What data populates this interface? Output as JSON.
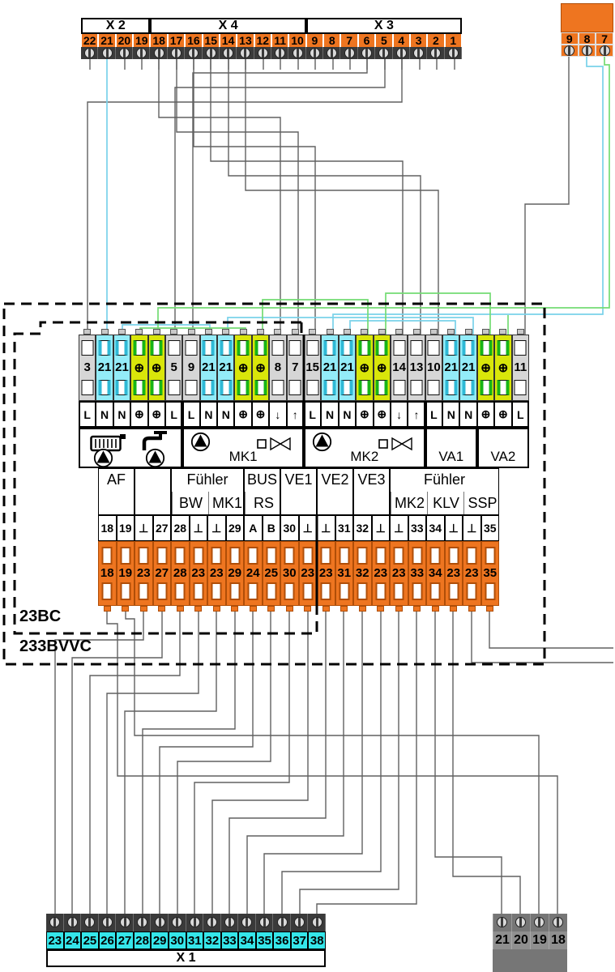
{
  "top_strip": {
    "groups": [
      {
        "label": "X 2",
        "cells": [
          "22",
          "21",
          "20",
          "19"
        ]
      },
      {
        "label": "X 4",
        "cells": [
          "18",
          "17",
          "16",
          "15",
          "14",
          "13",
          "12",
          "11",
          "10"
        ]
      },
      {
        "label": "X 3",
        "cells": [
          "9",
          "8",
          "7",
          "6",
          "5",
          "4",
          "3",
          "2",
          "1"
        ]
      }
    ]
  },
  "top_right_block": {
    "cells": [
      "9",
      "8",
      "7"
    ]
  },
  "controller": {
    "terminal_cells": [
      {
        "t": "3",
        "c": "gray"
      },
      {
        "t": "21",
        "c": "cyan"
      },
      {
        "t": "21",
        "c": "cyan"
      },
      {
        "t": "⊕",
        "c": "green"
      },
      {
        "t": "⊕",
        "c": "green"
      },
      {
        "t": "5",
        "c": "gray"
      },
      {
        "t": "9",
        "c": "gray"
      },
      {
        "t": "21",
        "c": "cyan"
      },
      {
        "t": "21",
        "c": "cyan"
      },
      {
        "t": "⊕",
        "c": "green"
      },
      {
        "t": "⊕",
        "c": "green"
      },
      {
        "t": "8",
        "c": "gray"
      },
      {
        "t": "7",
        "c": "gray"
      },
      {
        "t": "15",
        "c": "gray"
      },
      {
        "t": "21",
        "c": "cyan"
      },
      {
        "t": "21",
        "c": "cyan"
      },
      {
        "t": "⊕",
        "c": "green"
      },
      {
        "t": "⊕",
        "c": "green"
      },
      {
        "t": "14",
        "c": "gray"
      },
      {
        "t": "13",
        "c": "gray"
      },
      {
        "t": "10",
        "c": "gray"
      },
      {
        "t": "21",
        "c": "cyan"
      },
      {
        "t": "21",
        "c": "cyan"
      },
      {
        "t": "⊕",
        "c": "green"
      },
      {
        "t": "⊕",
        "c": "green"
      },
      {
        "t": "11",
        "c": "gray"
      }
    ],
    "ln_cells": [
      "L",
      "N",
      "N",
      "⊕",
      "⊕",
      "L",
      "L",
      "N",
      "N",
      "⊕",
      "⊕",
      "↓",
      "↑",
      "L",
      "N",
      "N",
      "⊕",
      "⊕",
      "↓",
      "↑",
      "L",
      "N",
      "N",
      "⊕",
      "⊕",
      "L"
    ],
    "group_spans": [
      [
        0,
        6
      ],
      [
        6,
        13
      ],
      [
        13,
        20
      ],
      [
        20,
        26
      ]
    ],
    "function_boxes": [
      {
        "span": [
          0,
          6
        ],
        "icons": [
          "radiator",
          "pump",
          "tap",
          "pump"
        ],
        "label": ""
      },
      {
        "span": [
          6,
          13
        ],
        "icons": [
          "pump",
          "valve"
        ],
        "label": "MK1"
      },
      {
        "span": [
          13,
          20
        ],
        "icons": [
          "pump",
          "valve"
        ],
        "label": "MK2"
      },
      {
        "span": [
          20,
          23
        ],
        "icons": [],
        "label": "VA1"
      },
      {
        "span": [
          23,
          26
        ],
        "icons": [],
        "label": "VA2"
      }
    ],
    "signal_boxes": [
      {
        "top": "AF",
        "cols": [
          0,
          2
        ],
        "subs": []
      },
      {
        "top": "",
        "cols": [
          2,
          4
        ],
        "subs": []
      },
      {
        "top": "Fühler",
        "cols": [
          4,
          8
        ],
        "subs": [
          {
            "label": "BW",
            "cols": [
              4,
              6
            ]
          },
          {
            "label": "MK1",
            "cols": [
              6,
              8
            ]
          }
        ]
      },
      {
        "top": "BUS",
        "cols": [
          8,
          10
        ],
        "subs": [
          {
            "label": "RS",
            "cols": [
              8,
              10
            ]
          }
        ]
      },
      {
        "top": "VE1",
        "cols": [
          10,
          12
        ],
        "subs": []
      },
      {
        "top": "VE2",
        "cols": [
          12,
          14
        ],
        "subs": []
      },
      {
        "top": "VE3",
        "cols": [
          14,
          16
        ],
        "subs": []
      },
      {
        "top": "Fühler",
        "cols": [
          16,
          22
        ],
        "subs": [
          {
            "label": "MK2",
            "cols": [
              16,
              18
            ]
          },
          {
            "label": "KLV",
            "cols": [
              18,
              20
            ]
          },
          {
            "label": "SSP",
            "cols": [
              20,
              22
            ]
          }
        ]
      }
    ],
    "pin_cells": [
      "18",
      "19",
      "⊥",
      "27",
      "28",
      "⊥",
      "⊥",
      "29",
      "A",
      "B",
      "30",
      "⊥",
      "⊥",
      "31",
      "32",
      "⊥",
      "⊥",
      "33",
      "34",
      "⊥",
      "⊥",
      "35"
    ],
    "orange_cells": [
      "18",
      "19",
      "23",
      "27",
      "28",
      "23",
      "23",
      "29",
      "24",
      "25",
      "30",
      "23",
      "23",
      "31",
      "32",
      "23",
      "23",
      "33",
      "34",
      "23",
      "23",
      "35"
    ],
    "inner_box_label": "23BC",
    "outer_box_label": "233BVVC"
  },
  "x1_strip": {
    "label": "X 1",
    "cells": [
      "23",
      "24",
      "25",
      "26",
      "27",
      "28",
      "29",
      "30",
      "31",
      "32",
      "33",
      "34",
      "35",
      "36",
      "37",
      "38"
    ]
  },
  "bottom_right_block": {
    "cells": [
      "21",
      "20",
      "19",
      "18"
    ]
  },
  "colors": {
    "orange": "#EE7520",
    "cyan_cell": "#93ECF8",
    "green_cell": "#D9E60A",
    "x1_cyan": "#35E6EA",
    "wire_gray": "#606060",
    "wire_cyan": "#79D2EA",
    "wire_green": "#74DC74"
  }
}
